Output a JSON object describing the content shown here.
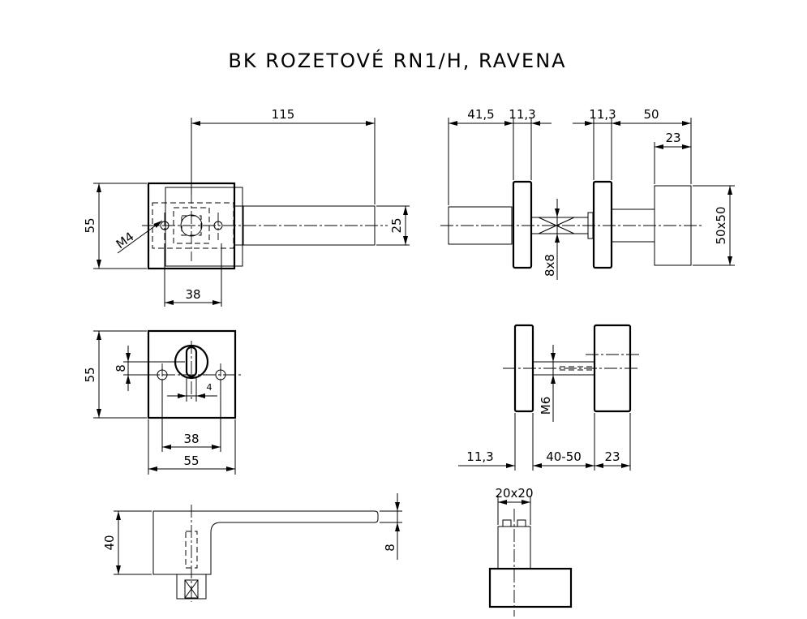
{
  "title": "BK ROZETOVÉ RN1/H, RAVENA",
  "dims": {
    "top_length": "115",
    "top_height": "55",
    "top_thread": "M4",
    "top_pitch": "38",
    "top_lever": "25",
    "side_shaft": "41,5",
    "side_rose_left": "11,3",
    "side_rose_right": "11,3",
    "side_knob_len": "50",
    "side_knob_neck": "23",
    "side_knob_size": "50x50",
    "side_spindle": "8x8",
    "front_height": "55",
    "front_slot": "8",
    "front_keyhole": "4",
    "front_pitch": "38",
    "front_width": "55",
    "sec_rose": "11,3",
    "sec_range": "40-50",
    "sec_knob": "23",
    "sec_screw": "M6",
    "lever_height": "40",
    "lever_thick": "8",
    "bottom_square": "20x20"
  }
}
